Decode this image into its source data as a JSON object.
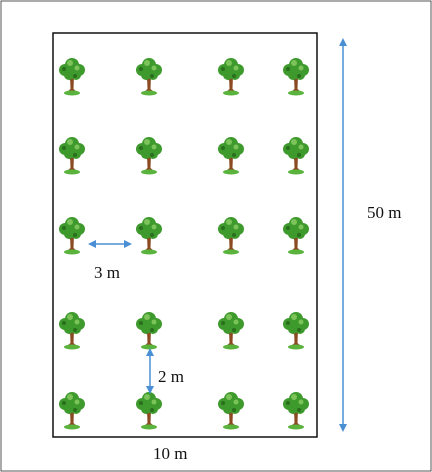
{
  "labels": {
    "height": "50 m",
    "width": "10 m",
    "row_spacing": "3 m",
    "col_spacing": "2 m"
  },
  "grid": {
    "rows": 5,
    "columns": 4
  },
  "colors": {
    "arrow": "#4a8fd4",
    "border": "#555555",
    "plot_border": "#111111",
    "tree_foliage": "#3f9a2e",
    "tree_foliage_dark": "#2a6f1e",
    "tree_trunk": "#8b4a22"
  },
  "icons": {
    "tree": "tree-icon"
  }
}
